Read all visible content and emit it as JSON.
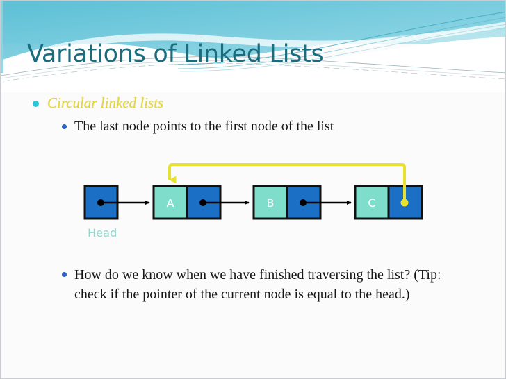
{
  "slide": {
    "title": "Variations of Linked Lists",
    "background_color": "#fbfbfc",
    "title_color": "#1b6c7d",
    "accent_band_color": "#7fd3e3"
  },
  "bullets": {
    "level1": {
      "text": "Circular linked lists",
      "color": "#e3d53a",
      "bullet_color": "#2ec5d6",
      "style": "italic"
    },
    "level2_top": {
      "text": "The last node points to the first node of the list",
      "color": "#161616",
      "bullet_color": "#2a5fc4"
    },
    "level2_bottom": {
      "text": "How do we know when we have finished traversing the list? (Tip: check if the pointer of the current node is equal to the head.)",
      "color": "#161616",
      "bullet_color": "#2a5fc4"
    }
  },
  "diagram": {
    "head_label": "Head",
    "head_label_color": "#93d8cd",
    "data_cell_color": "#7fddcb",
    "pointer_cell_color": "#1b6fc4",
    "border_color": "#111111",
    "link_arrow_color": "#000000",
    "circular_arrow_color": "#e9e22c",
    "nodes": [
      {
        "name": "head-pointer",
        "label": "",
        "has_data_cell": false,
        "has_pointer_cell": true
      },
      {
        "name": "node-a",
        "label": "A",
        "has_data_cell": true,
        "has_pointer_cell": true
      },
      {
        "name": "node-b",
        "label": "B",
        "has_data_cell": true,
        "has_pointer_cell": true
      },
      {
        "name": "node-c",
        "label": "C",
        "has_data_cell": true,
        "has_pointer_cell": true
      }
    ],
    "circular_link": {
      "from": "node-c-pointer",
      "to": "node-a-top",
      "description": "last node points back to first node"
    }
  }
}
